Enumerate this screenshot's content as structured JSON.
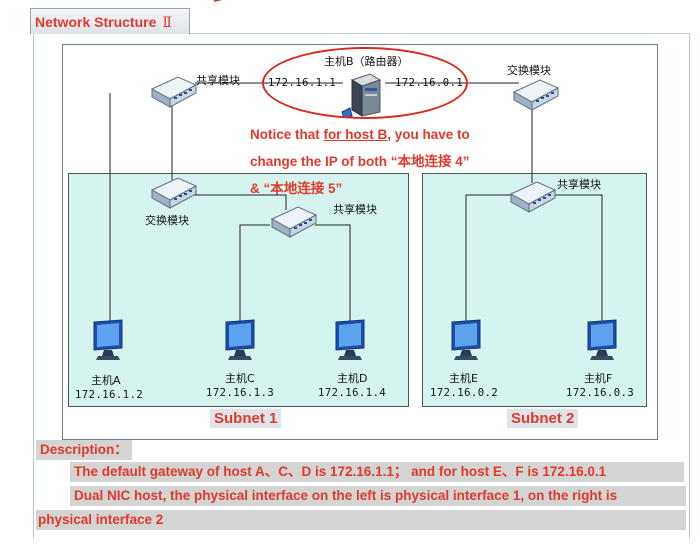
{
  "header": {
    "title": "Network Structure",
    "numeral": "Ⅱ"
  },
  "hosts": {
    "b": {
      "name": "主机B（路由器）",
      "ip_left": "172.16.1.1",
      "ip_right": "172.16.0.1"
    },
    "a": {
      "name": "主机A",
      "ip": "172.16.1.2"
    },
    "c": {
      "name": "主机C",
      "ip": "172.16.1.3"
    },
    "d": {
      "name": "主机D",
      "ip": "172.16.1.4"
    },
    "e": {
      "name": "主机E",
      "ip": "172.16.0.2"
    },
    "f": {
      "name": "主机F",
      "ip": "172.16.0.3"
    }
  },
  "modules": {
    "shared_top_left": "共享模块",
    "switch_top_right": "交换模块",
    "switch_subnet1": "交换模块",
    "shared_subnet1": "共享模块",
    "shared_subnet2": "共享模块"
  },
  "notice": {
    "prefix": "Notice that ",
    "underlined": "for host B",
    "line1_rest": ", you have to",
    "line2": "change the IP of both “本地连接 4”",
    "line3": "& “本地连接 5”"
  },
  "subnets": {
    "one": "Subnet 1",
    "two": "Subnet 2"
  },
  "description": {
    "label": "Description：",
    "line1": "The default gateway of host A、C、D is 172.16.1.1； and for host E、F is 172.16.0.1",
    "line2": "Dual NIC host, the physical interface on the left is physical interface 1, on the right is",
    "line3": "physical interface 2"
  },
  "colors": {
    "accent_red": "#e03a2c",
    "subnet_fill": "#d6f4ef",
    "bar_gray": "#d4d4d4"
  }
}
